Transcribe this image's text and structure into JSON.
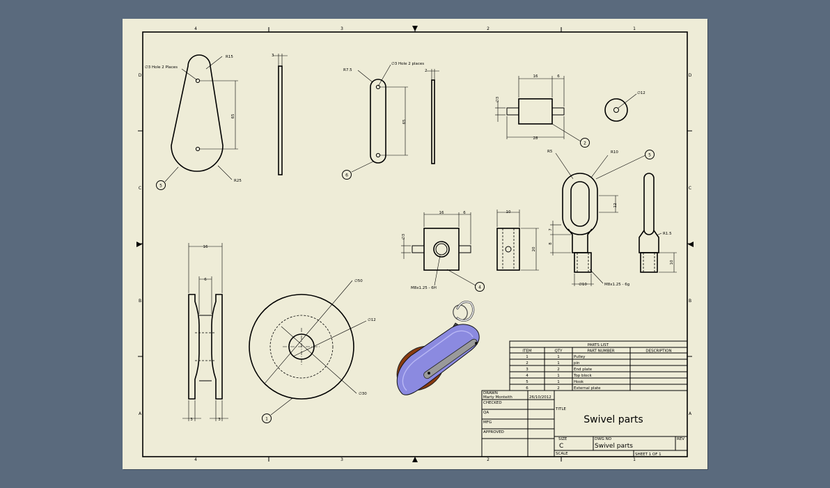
{
  "colors": {
    "background": "#5a6a7d",
    "sheet": "#eeecd7",
    "model_body": "#8b8ae0",
    "pulley": "#8a3b10"
  },
  "zones": {
    "columns_top": [
      "4",
      "3",
      "2",
      "1"
    ],
    "columns_bottom": [
      "4",
      "3",
      "2",
      "1"
    ],
    "rows_left": [
      "D",
      "C",
      "B",
      "A"
    ],
    "rows_right": [
      "D",
      "C",
      "B",
      "A"
    ]
  },
  "dimensions": {
    "r15": "R15",
    "hole_2_places_a": "∅3 Hole 2 Places",
    "v65a": "65",
    "r25": "R25",
    "thick3": "3",
    "r7_5": "R7.5",
    "hole_2_places_b": "∅3 Hole 2 places",
    "v65b": "65",
    "thick2": "2",
    "pin16": "16",
    "pin6": "6",
    "pin_d3": "∅3",
    "pin28": "28",
    "d12_washer": "∅12",
    "r5": "R5",
    "r10": "R10",
    "eye12": "12",
    "eye7": "7",
    "eye8": "8",
    "d10": "∅10",
    "thread_m8_6g": "M8x1.25 - 6g",
    "r1_5": "R1.5",
    "eye10": "10",
    "blk16": "16",
    "blk6": "6",
    "blk_d3": "∅3",
    "thread_m8_6h": "M8x1.25 - 6H",
    "blk10": "10",
    "blk20": "20",
    "pul16": "16",
    "pul6": "6",
    "pul3a": "3",
    "pul3b": "3",
    "d50": "∅50",
    "d12": "∅12",
    "d30": "∅30"
  },
  "balloons": {
    "side_plate": "5",
    "end_plate": "6",
    "pin": "2",
    "hook": "5",
    "top_block": "4",
    "pulley": "1"
  },
  "parts_list": {
    "title": "PARTS LIST",
    "headers": [
      "ITEM",
      "QTY",
      "PART NUMBER",
      "DESCRIPTION"
    ],
    "rows": [
      [
        "1",
        "1",
        "Pulley",
        ""
      ],
      [
        "2",
        "1",
        "pin",
        ""
      ],
      [
        "3",
        "2",
        "End plate",
        ""
      ],
      [
        "4",
        "1",
        "Top block",
        ""
      ],
      [
        "5",
        "1",
        "Hook",
        ""
      ],
      [
        "6",
        "2",
        "External plate",
        ""
      ]
    ]
  },
  "title_block": {
    "drawn_label": "DRAWN",
    "drawn_by": "Marty Monteith",
    "drawn_date": "26/10/2012",
    "checked_label": "CHECKED",
    "qa_label": "QA",
    "mfg_label": "MFG",
    "approved_label": "APPROVED",
    "title_label": "TITLE",
    "title": "Swivel parts",
    "size_label": "SIZE",
    "size": "C",
    "dwg_no_label": "DWG NO",
    "dwg_no": "Swivel parts",
    "rev_label": "REV",
    "scale_label": "SCALE",
    "sheet_label": "SHEET 1  OF 1"
  }
}
